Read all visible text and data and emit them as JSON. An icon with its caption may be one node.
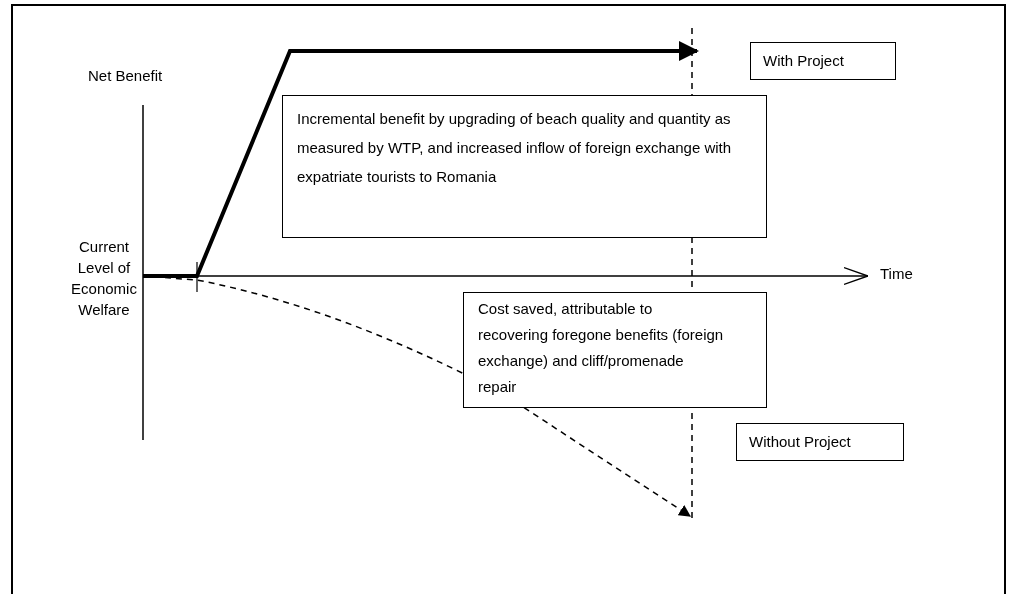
{
  "diagram": {
    "nodes": [
      {
        "text": [
          "With Project"
        ]
      },
      {
        "text": [
          "Incremental benefit by upgrading of beach quality and quantity as measured by WTP, and increased inflow of foreign exchange with expatriate tourists to Romania"
        ]
      },
      {
        "text": [
          "Cost saved, attributable to recovering foregone benefits (foreign exchange) and cliff/promenade repair"
        ]
      },
      {
        "text": [
          "Without Project"
        ]
      }
    ],
    "labels": [
      "Net Benefit",
      "Current Level of Economic Welfare",
      "Time"
    ]
  }
}
